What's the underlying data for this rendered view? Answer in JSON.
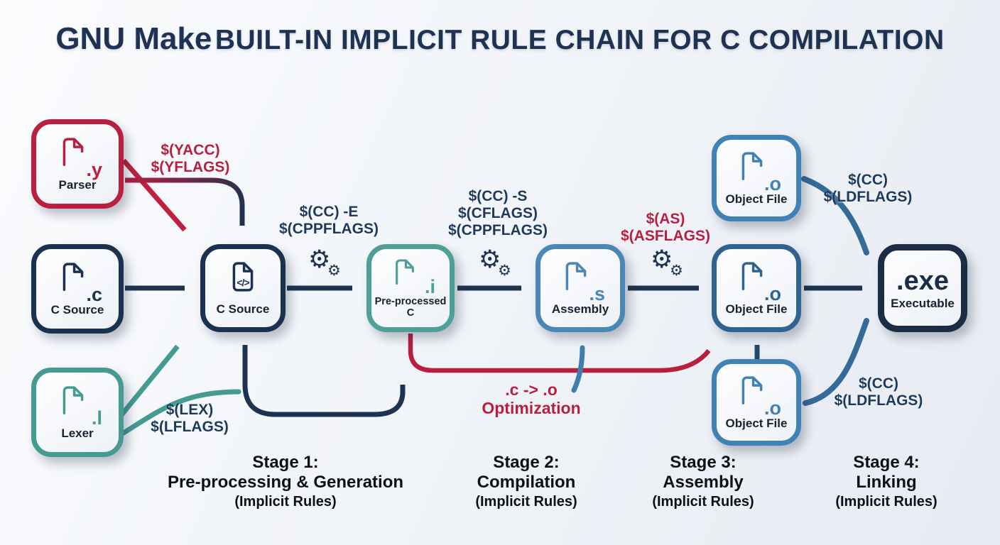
{
  "title": {
    "lead": "GNU Make",
    "rest": "BUILT-IN IMPLICIT RULE CHAIN FOR C COMPILATION"
  },
  "colors": {
    "navy": "#1d3350",
    "crimson": "#b81f3e",
    "teal": "#459a92",
    "steel_blue": "#3f7fae",
    "steel_dark": "#336b99",
    "object_main_border": "#2f6492",
    "exe_border": "#1b2c45",
    "background": "#eef1f6",
    "stage_text": "#0d1117"
  },
  "icons": {
    "gear": "⚙",
    "document": "document-outline",
    "code": "</>"
  },
  "nodes": {
    "parser": {
      "ext": ".y",
      "label": "Parser"
    },
    "c_source_input": {
      "ext": ".c",
      "label": "C Source"
    },
    "lexer": {
      "ext": ".l",
      "label": "Lexer"
    },
    "c_source_generated": {
      "ext": "</>",
      "label": "C Source"
    },
    "preprocessed_c": {
      "ext": ".i",
      "label": "Pre-processed\nC"
    },
    "assembly": {
      "ext": ".s",
      "label": "Assembly"
    },
    "object_file_top": {
      "ext": ".o",
      "label": "Object File"
    },
    "object_file_main": {
      "ext": ".o",
      "label": "Object File"
    },
    "object_file_bottom": {
      "ext": ".o",
      "label": "Object File"
    },
    "executable": {
      "ext": ".exe",
      "label": "Executable"
    }
  },
  "edge_labels": {
    "yacc": "$(YACC)\n$(YFLAGS)",
    "preprocess": "$(CC) -E\n$(CPPFLAGS)",
    "compile": "$(CC) -S\n$(CFLAGS)\n$(CPPFLAGS)",
    "assemble": "$(AS)\n$(ASFLAGS)",
    "link_top": "$(CC)\n$(LDFLAGS)",
    "link_bottom": "$(CC)\n$(LDFLAGS)",
    "lex": "$(LEX)\n$(LFLAGS)",
    "optimization": ".c -> .o\nOptimization"
  },
  "stages": [
    {
      "title": "Stage 1:",
      "name": "Pre-processing & Generation",
      "note": "(Implicit Rules)"
    },
    {
      "title": "Stage 2:",
      "name": "Compilation",
      "note": "(Implicit Rules)"
    },
    {
      "title": "Stage 3:",
      "name": "Assembly",
      "note": "(Implicit Rules)"
    },
    {
      "title": "Stage 4:",
      "name": "Linking",
      "note": "(Implicit Rules)"
    }
  ]
}
